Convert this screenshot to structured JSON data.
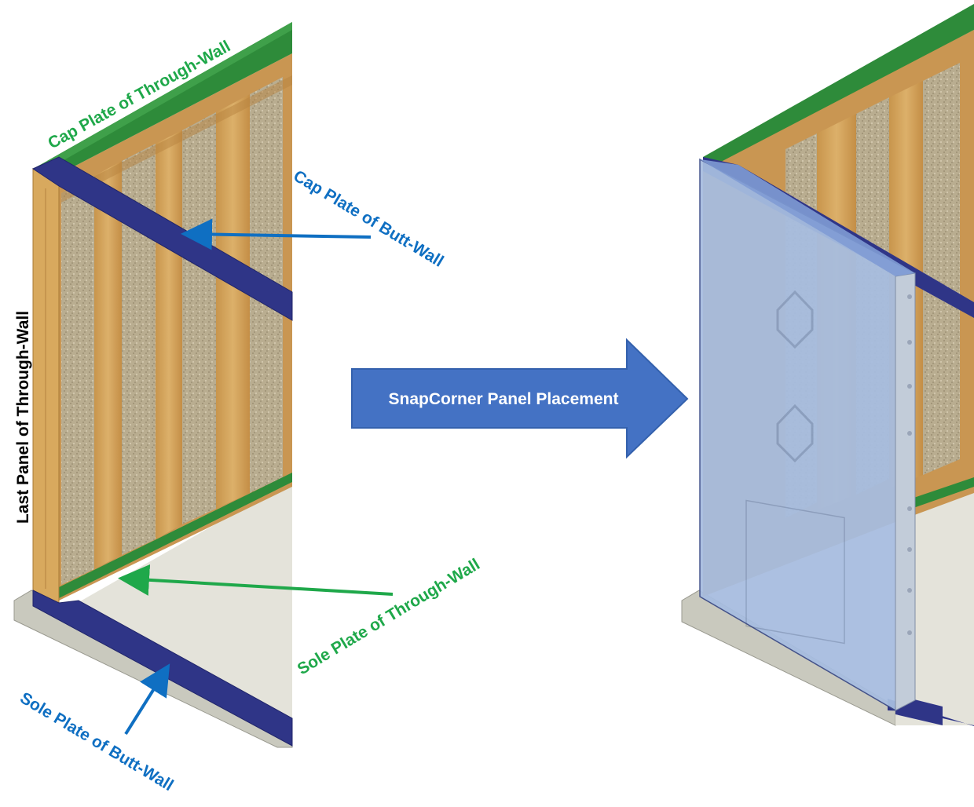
{
  "labels": {
    "cap_plate_through_wall": "Cap Plate of Through-Wall",
    "cap_plate_butt_wall": "Cap Plate of Butt-Wall",
    "last_panel_through_wall": "Last Panel of Through-Wall",
    "sole_plate_through_wall": "Sole Plate of Through-Wall",
    "sole_plate_butt_wall": "Sole Plate of Butt-Wall"
  },
  "arrow": {
    "label": "SnapCorner Panel Placement"
  },
  "colors": {
    "through_wall_plate": "#2e8b3a",
    "butt_wall_plate": "#2f3587",
    "stud_wood": "#d2a45a",
    "insulation": "#b8ab8e",
    "concrete": "#cfcfc4",
    "floor": "#e4e3da",
    "panel": "#a7bde0",
    "arrow_fill": "#4472c4",
    "label_green": "#1fa84a",
    "label_blue": "#0f6fc2"
  }
}
